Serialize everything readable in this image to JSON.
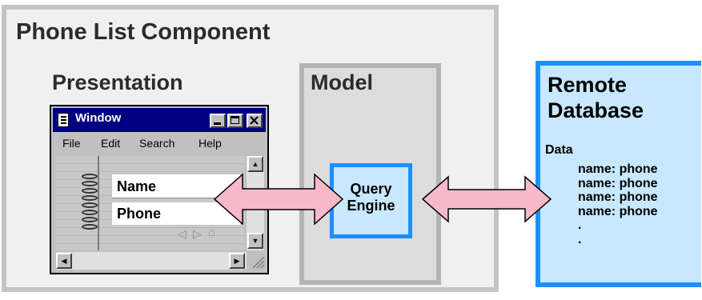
{
  "component": {
    "title": "Phone List Component"
  },
  "presentation": {
    "title": "Presentation",
    "window": {
      "title": "Window",
      "menu": [
        "File",
        "Edit",
        "Search",
        "Help"
      ],
      "fields": {
        "name": "Name",
        "phone": "Phone"
      }
    }
  },
  "model": {
    "title": "Model",
    "query_engine": [
      "Query",
      "Engine"
    ]
  },
  "database": {
    "title": [
      "Remote",
      "Database"
    ],
    "data_label": "Data",
    "records": [
      "name: phone",
      "name: phone",
      "name: phone",
      "name: phone",
      ".",
      "."
    ]
  },
  "colors": {
    "accent": "#1e8fff",
    "arrow_fill": "#f8b8cc",
    "db_fill": "#c8e8ff"
  },
  "icons": [
    "menu-icon",
    "minimize-icon",
    "maximize-icon",
    "close-icon",
    "scroll-up-icon",
    "scroll-down-icon",
    "scroll-left-icon",
    "scroll-right-icon",
    "nav-left-icon",
    "nav-right-icon",
    "home-icon",
    "binder-rings-icon",
    "resize-grip-icon"
  ]
}
